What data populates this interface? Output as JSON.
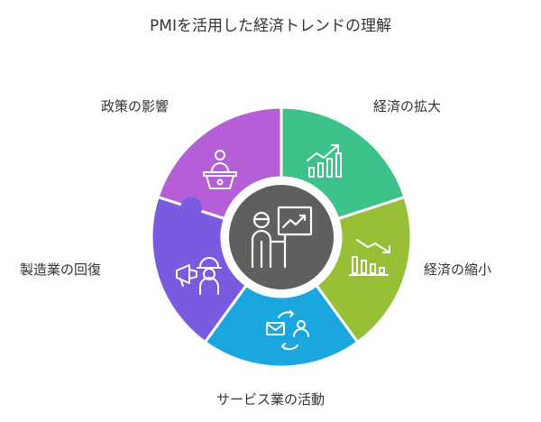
{
  "title": "PMIを活用した経済トレンドの理解",
  "segments": [
    {
      "id": "policy",
      "label": "政策の影響",
      "color": "#B45FD8",
      "icon": "podium-speaker-icon"
    },
    {
      "id": "expand",
      "label": "経済の拡大",
      "color": "#3DC28A",
      "icon": "growth-bar-chart-icon"
    },
    {
      "id": "shrink",
      "label": "経済の縮小",
      "color": "#97C036",
      "icon": "decline-bar-chart-icon"
    },
    {
      "id": "service",
      "label": "サービス業の活動",
      "color": "#1AA7E0",
      "icon": "mail-exchange-person-icon"
    },
    {
      "id": "manuf",
      "label": "製造業の回復",
      "color": "#7A5BE0",
      "icon": "worker-megaphone-icon"
    }
  ],
  "center": {
    "color": "#5F5F5F",
    "icon": "presenter-chart-icon"
  }
}
